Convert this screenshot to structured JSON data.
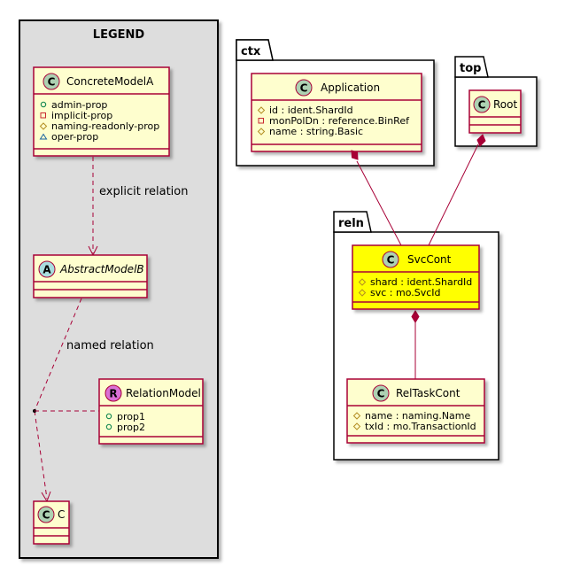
{
  "legend": {
    "title": "LEGEND",
    "concrete_model": {
      "stereotype": "C",
      "name": "ConcreteModelA",
      "attrs": [
        {
          "vis": "+",
          "text": "admin-prop"
        },
        {
          "vis": "-",
          "text": "implicit-prop"
        },
        {
          "vis": "#",
          "text": "naming-readonly-prop"
        },
        {
          "vis": "~",
          "text": "oper-prop"
        }
      ]
    },
    "abstract_model": {
      "stereotype": "A",
      "name": "AbstractModelB"
    },
    "relation_model": {
      "stereotype": "R",
      "name": "RelationModel",
      "attrs": [
        {
          "vis": "+",
          "text": "prop1"
        },
        {
          "vis": "+",
          "text": "prop2"
        }
      ]
    },
    "class_c": {
      "stereotype": "C",
      "name": "C"
    },
    "explicit_relation_label": "explicit relation",
    "named_relation_label": "named relation"
  },
  "packages": {
    "ctx": {
      "name": "ctx",
      "application": {
        "stereotype": "C",
        "name": "Application",
        "attrs": [
          {
            "vis": "#",
            "text": "id : ident.ShardId"
          },
          {
            "vis": "-",
            "text": "monPolDn : reference.BinRef"
          },
          {
            "vis": "#",
            "text": "name : string.Basic"
          }
        ]
      }
    },
    "top": {
      "name": "top",
      "root": {
        "stereotype": "C",
        "name": "Root"
      }
    },
    "reln": {
      "name": "reln",
      "svc_cont": {
        "stereotype": "C",
        "name": "SvcCont",
        "attrs": [
          {
            "vis": "#",
            "text": "shard : ident.ShardId"
          },
          {
            "vis": "#",
            "text": "svc : mo.SvcId"
          }
        ]
      },
      "rel_task_cont": {
        "stereotype": "C",
        "name": "RelTaskCont",
        "attrs": [
          {
            "vis": "#",
            "text": "name : naming.Name"
          },
          {
            "vis": "#",
            "text": "txId : mo.TransactionId"
          }
        ]
      }
    }
  },
  "colors": {
    "class_fill": "#FEFECE",
    "class_border": "#A80036",
    "highlight_fill": "#FFFF00",
    "legend_bg": "#DDDDDD",
    "circle_c": "#ADD1B2",
    "circle_a": "#A9DCDF",
    "circle_r": "#DA70D6",
    "edge": "#A80036"
  }
}
